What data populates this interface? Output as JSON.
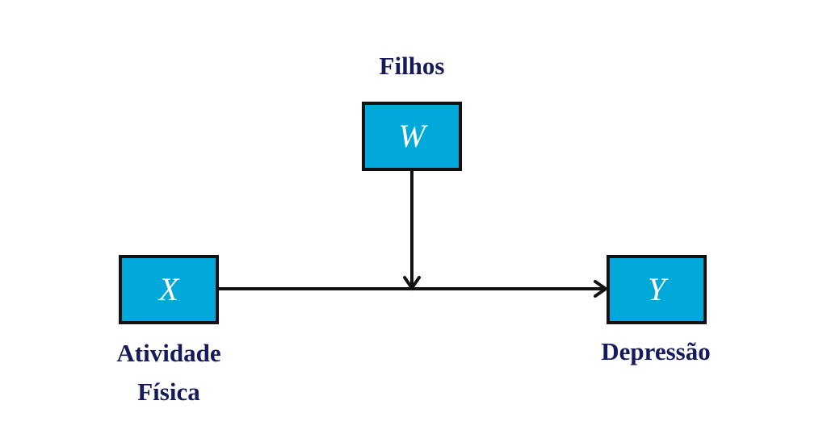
{
  "colors": {
    "box_fill": "#00a9d9",
    "label_text": "#141a5a",
    "letter_text": "#ffffff",
    "line": "#111111"
  },
  "nodes": {
    "moderator": {
      "letter": "W",
      "label": "Filhos"
    },
    "predictor": {
      "letter": "X",
      "label_line1": "Atividade",
      "label_line2": "Física"
    },
    "outcome": {
      "letter": "Y",
      "label": "Depressão"
    }
  }
}
